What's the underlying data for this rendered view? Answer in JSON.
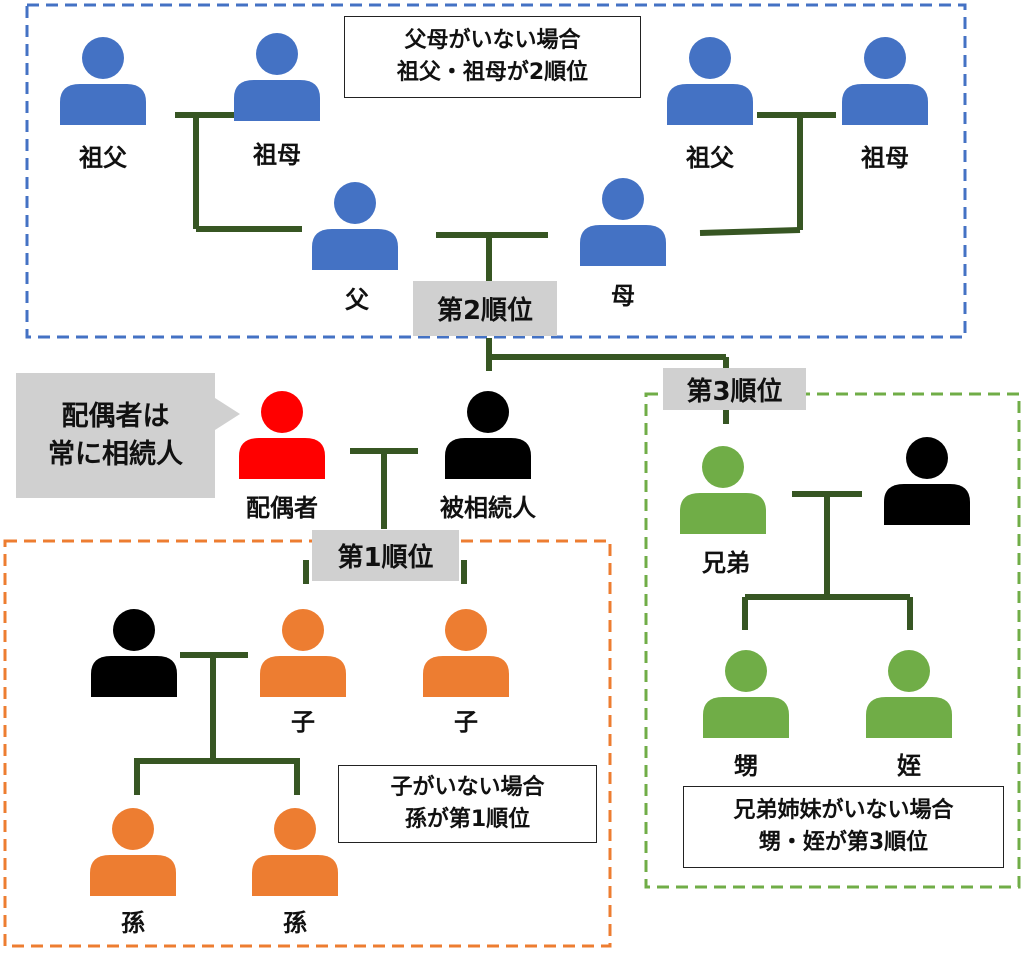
{
  "colors": {
    "blue": "#4472c4",
    "orange": "#ed7d31",
    "green": "#70ad47",
    "red": "#ff0000",
    "black": "#000000",
    "connector": "#375623",
    "rank_bg": "#d0d0d0",
    "callout_bg": "#d0d0d0"
  },
  "labels": {
    "grandfather_left": "祖父",
    "grandmother_left": "祖母",
    "grandfather_right": "祖父",
    "grandmother_right": "祖母",
    "father": "父",
    "mother": "母",
    "spouse": "配偶者",
    "deceased": "被相続人",
    "sibling": "兄弟",
    "nephew": "甥",
    "niece": "姪",
    "child_left": "子",
    "child_right": "子",
    "grandchild_left": "孫",
    "grandchild_right": "孫"
  },
  "ranks": {
    "first": "第1順位",
    "second": "第2順位",
    "third": "第3順位"
  },
  "notes": {
    "parents": {
      "line1": "父母がいない場合",
      "line2": "祖父・祖母が2順位"
    },
    "children": {
      "line1": "子がいない場合",
      "line2": "孫が第1順位"
    },
    "siblings": {
      "line1": "兄弟姉妹がいない場合",
      "line2": "甥・姪が第3順位"
    }
  },
  "callout": {
    "line1": "配偶者は",
    "line2": "常に相続人"
  },
  "icons": {
    "person": "person-icon"
  }
}
